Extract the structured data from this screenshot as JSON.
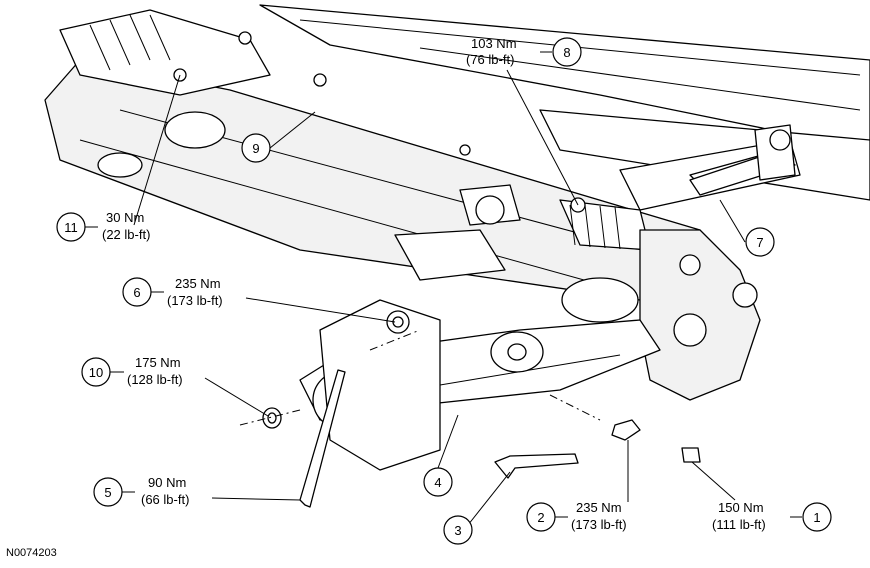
{
  "figure_id": "N0074203",
  "callouts": [
    {
      "id": "1",
      "torque_nm": "150 Nm",
      "torque_lbft": "(111 lb-ft)"
    },
    {
      "id": "2",
      "torque_nm": "235 Nm",
      "torque_lbft": "(173 lb-ft)"
    },
    {
      "id": "3",
      "torque_nm": "",
      "torque_lbft": ""
    },
    {
      "id": "4",
      "torque_nm": "",
      "torque_lbft": ""
    },
    {
      "id": "5",
      "torque_nm": "90 Nm",
      "torque_lbft": "(66 lb-ft)"
    },
    {
      "id": "6",
      "torque_nm": "235 Nm",
      "torque_lbft": "(173 lb-ft)"
    },
    {
      "id": "7",
      "torque_nm": "",
      "torque_lbft": ""
    },
    {
      "id": "8",
      "torque_nm": "103 Nm",
      "torque_lbft": "(76 lb-ft)"
    },
    {
      "id": "9",
      "torque_nm": "",
      "torque_lbft": ""
    },
    {
      "id": "10",
      "torque_nm": "175 Nm",
      "torque_lbft": "(128 lb-ft)"
    },
    {
      "id": "11",
      "torque_nm": "30 Nm",
      "torque_lbft": "(22 lb-ft)"
    }
  ]
}
